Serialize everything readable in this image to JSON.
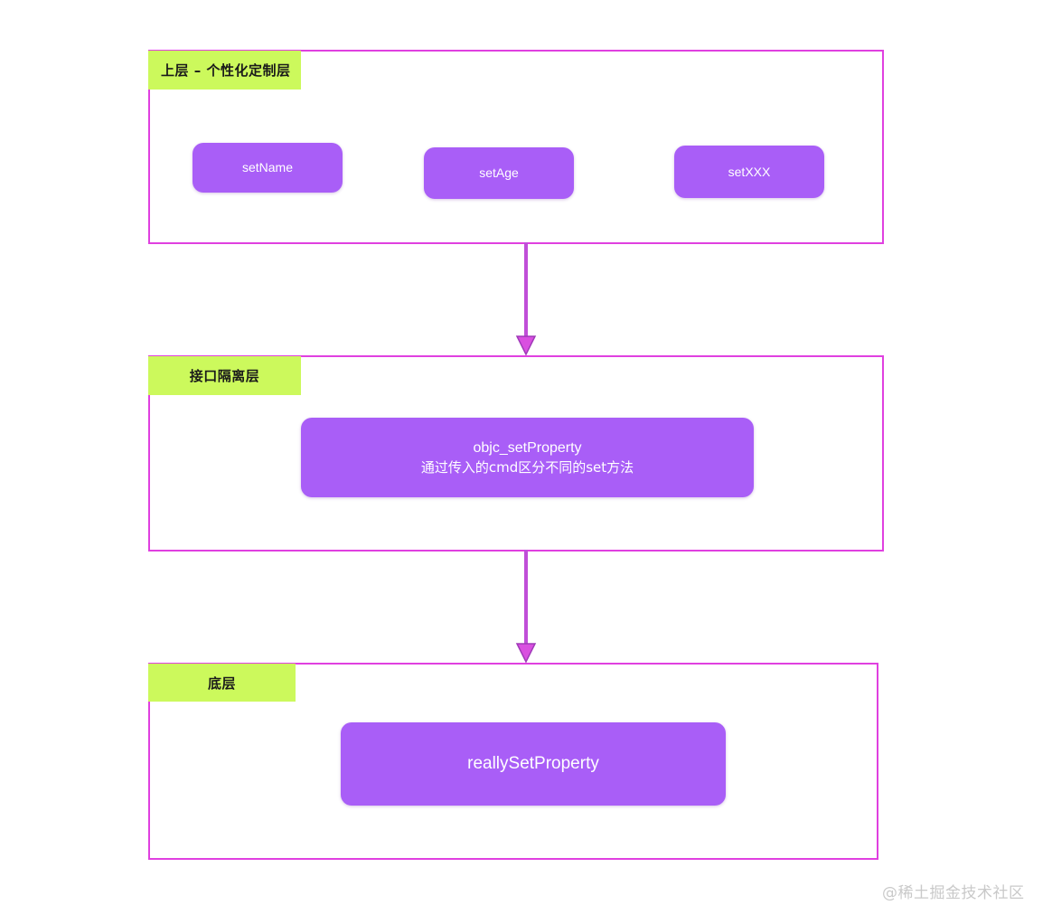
{
  "diagram": {
    "title": "Objective-C setter layering diagram",
    "background_color": "#ffffff",
    "border_color": "#e040e0",
    "label_background_color": "#ccf95c",
    "label_text_color": "#1a1a1a",
    "node_color": "#a95ef7",
    "node_text_color": "#ffffff",
    "arrow_color": "#e040e0",
    "layers": [
      {
        "id": "top-layer",
        "label": "上层 – 个性化定制层",
        "nodes": [
          {
            "id": "set-name",
            "lines": [
              "setName"
            ]
          },
          {
            "id": "set-age",
            "lines": [
              "setAge"
            ]
          },
          {
            "id": "set-xxx",
            "lines": [
              "setXXX"
            ]
          }
        ]
      },
      {
        "id": "interface-layer",
        "label": "接口隔离层",
        "nodes": [
          {
            "id": "objc-set-property",
            "lines": [
              "objc_setProperty",
              "通过传入的cmd区分不同的set方法"
            ]
          }
        ]
      },
      {
        "id": "bottom-layer",
        "label": "底层",
        "nodes": [
          {
            "id": "really-set-property",
            "lines": [
              "reallySetProperty"
            ]
          }
        ]
      }
    ],
    "connectors": [
      {
        "id": "arrow-top-to-interface",
        "from": "top-layer",
        "to": "interface-layer",
        "direction": "down"
      },
      {
        "id": "arrow-interface-to-bottom",
        "from": "interface-layer",
        "to": "bottom-layer",
        "direction": "down"
      }
    ],
    "watermark": "@稀土掘金技术社区"
  }
}
